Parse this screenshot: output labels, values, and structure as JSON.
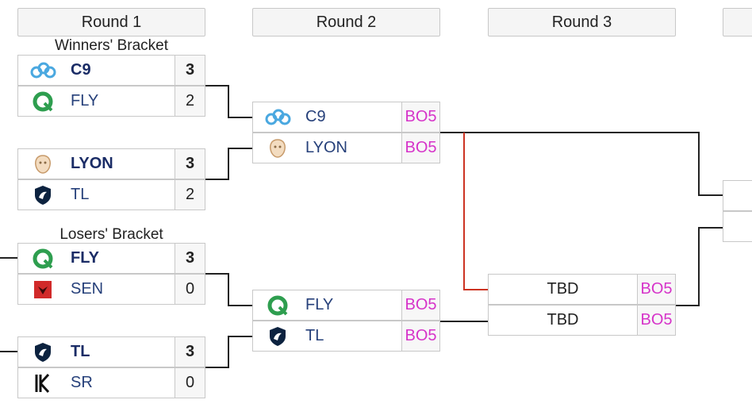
{
  "rounds": [
    "Round 1",
    "Round 2",
    "Round 3",
    ""
  ],
  "sections": {
    "winners": "Winners' Bracket",
    "losers": "Losers' Bracket"
  },
  "colors": {
    "bo_text": "#d633c9",
    "highlight_line": "#cc3322",
    "team_text": "#26407a"
  },
  "r1": [
    {
      "name": "C9",
      "score": "3",
      "logo": "cloud9-logo"
    },
    {
      "name": "FLY",
      "score": "2",
      "logo": "flyquest-logo"
    },
    {
      "name": "LYON",
      "score": "3",
      "logo": "lyon-logo"
    },
    {
      "name": "TL",
      "score": "2",
      "logo": "team-liquid-logo"
    },
    {
      "name": "FLY",
      "score": "3",
      "logo": "flyquest-logo"
    },
    {
      "name": "SEN",
      "score": "0",
      "logo": "sentinels-logo"
    },
    {
      "name": "TL",
      "score": "3",
      "logo": "team-liquid-logo"
    },
    {
      "name": "SR",
      "score": "0",
      "logo": "shopify-rebellion-logo"
    }
  ],
  "r2": [
    {
      "name": "C9",
      "bo": "BO5",
      "logo": "cloud9-logo"
    },
    {
      "name": "LYON",
      "bo": "BO5",
      "logo": "lyon-logo"
    },
    {
      "name": "FLY",
      "bo": "BO5",
      "logo": "flyquest-logo"
    },
    {
      "name": "TL",
      "bo": "BO5",
      "logo": "team-liquid-logo"
    }
  ],
  "r3": [
    {
      "name": "TBD",
      "bo": "BO5"
    },
    {
      "name": "TBD",
      "bo": "BO5"
    }
  ]
}
